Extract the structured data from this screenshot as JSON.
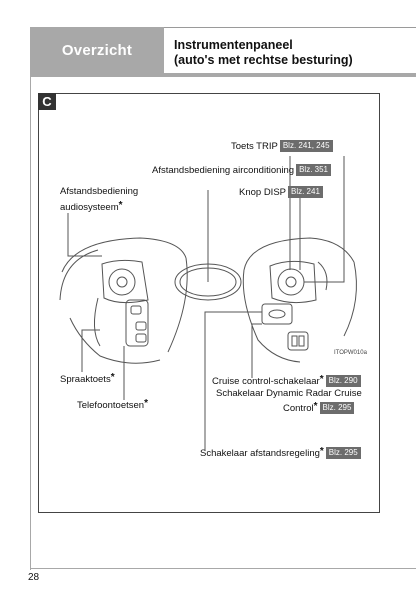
{
  "header": {
    "tab_label": "Overzicht",
    "title_line1": "Instrumentenpaneel",
    "title_line2": "(auto's met rechtse besturing)"
  },
  "panel": {
    "letter": "C",
    "image_code": "ITOPW010a"
  },
  "labels": {
    "toets_trip": {
      "text": "Toets TRIP",
      "ref": "Blz. 241, 245"
    },
    "airconditioning": {
      "text": "Afstandsbediening airconditioning",
      "ref": "Blz. 351"
    },
    "audio_line1": "Afstandsbediening",
    "audio_line2": "audiosysteem",
    "knop_disp": {
      "text": "Knop DISP",
      "ref": "Blz. 241"
    },
    "spraaktoets": "Spraaktoets",
    "telefoontoetsen": "Telefoontoetsen",
    "cruise": {
      "text": "Cruise control-schakelaar",
      "ref": "Blz. 290"
    },
    "radar_line1": "Schakelaar Dynamic Radar Cruise",
    "radar_line2": {
      "text": "Control",
      "ref": "Blz. 295"
    },
    "afstand": {
      "text": "Schakelaar afstandsregeling",
      "ref": "Blz. 295"
    },
    "star": "*"
  },
  "footer": {
    "page_number": "28"
  }
}
